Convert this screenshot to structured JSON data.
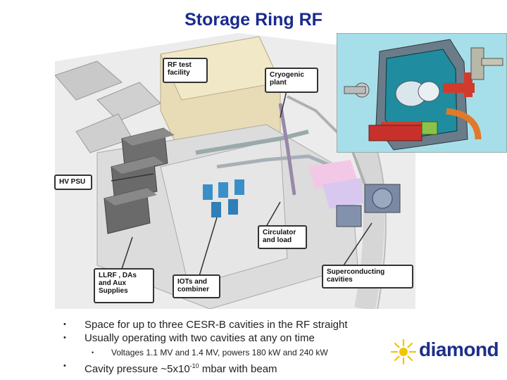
{
  "title": "Storage Ring RF",
  "callouts": {
    "rf_test": "RF test\nfacility",
    "cryogenic": "Cryogenic\nplant",
    "hv_psu": "HV PSU",
    "circulator": "Circulator\nand load",
    "llrf": "LLRF , DAs\nand Aux\nSupplies",
    "iots": "IOTs and\ncombiner",
    "superconducting": "Superconducting\ncavities"
  },
  "bullets": {
    "b1": "Space for up to three CESR-B cavities in the RF straight",
    "b2": "Usually operating with two cavities at any on time",
    "sub1": "Voltages 1.1 MV and 1.4 MV, powers 180 kW and 240 kW",
    "b3_text": "Cavity pressure ~5x10",
    "b3_exp": "-10",
    "b3_end": " mbar with beam"
  },
  "logo": {
    "text": "diamond",
    "accent": "#f2c500",
    "brand": "#1d2f8a"
  }
}
